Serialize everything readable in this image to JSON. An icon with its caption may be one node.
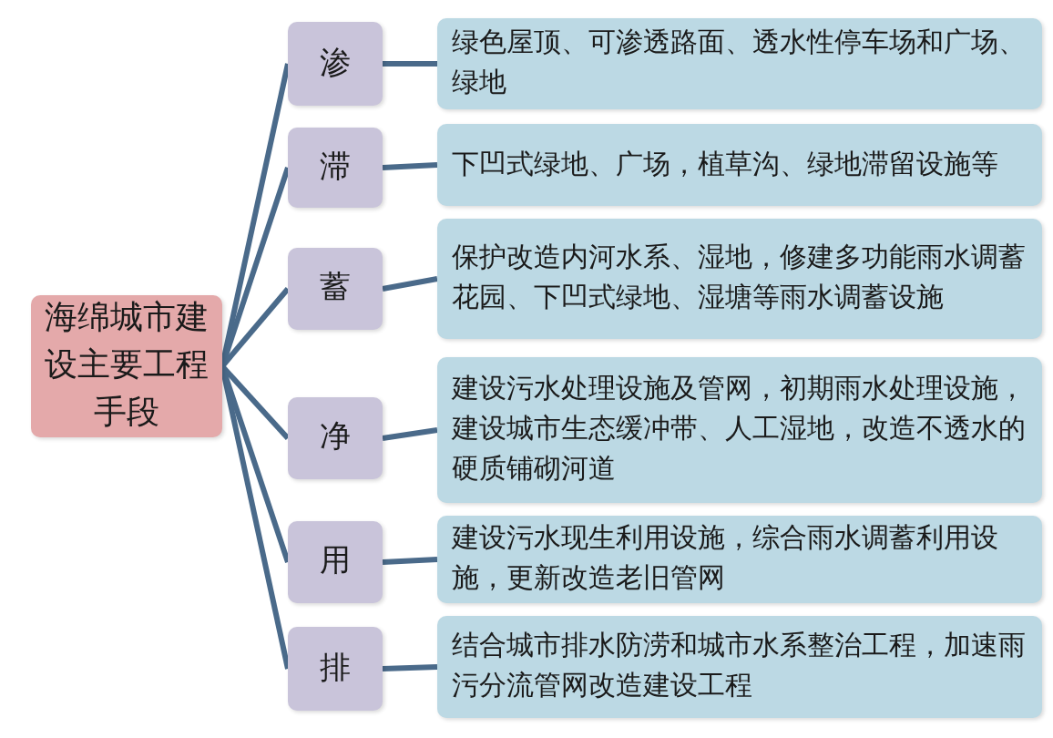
{
  "diagram": {
    "nodes": [
      {
        "text": [
          "海绵城市建设主要工程手段"
        ]
      },
      {
        "text": [
          "渗"
        ]
      },
      {
        "text": [
          "绿色屋顶、可渗透路面、透水性停车场和广场、绿地"
        ]
      },
      {
        "text": [
          "滞"
        ]
      },
      {
        "text": [
          "下凹式绿地、广场，植草沟、绿地滞留设施等"
        ]
      },
      {
        "text": [
          "蓄"
        ]
      },
      {
        "text": [
          "保护改造内河水系、湿地，修建多功能雨水调蓄花园、下凹式绿地、湿塘等雨水调蓄设施"
        ]
      },
      {
        "text": [
          "净"
        ]
      },
      {
        "text": [
          "建设污水处理设施及管网，初期雨水处理设施，建设城市生态缓冲带、人工湿地，改造不透水的硬质铺砌河道"
        ]
      },
      {
        "text": [
          "用"
        ]
      },
      {
        "text": [
          "建设污水现生利用设施，综合雨水调蓄利用设施，更新改造老旧管网"
        ]
      },
      {
        "text": [
          "排"
        ]
      },
      {
        "text": [
          "结合城市排水防涝和城市水系整治工程，加速雨污分流管网改造建设工程"
        ]
      }
    ],
    "edges": [
      {
        "from": 0,
        "to": 1,
        "arrow": "none"
      },
      {
        "from": 0,
        "to": 3,
        "arrow": "none"
      },
      {
        "from": 0,
        "to": 5,
        "arrow": "none"
      },
      {
        "from": 0,
        "to": 7,
        "arrow": "none"
      },
      {
        "from": 0,
        "to": 9,
        "arrow": "none"
      },
      {
        "from": 0,
        "to": 11,
        "arrow": "none"
      },
      {
        "from": 1,
        "to": 2,
        "arrow": "none"
      },
      {
        "from": 3,
        "to": 4,
        "arrow": "none"
      },
      {
        "from": 5,
        "to": 6,
        "arrow": "none"
      },
      {
        "from": 7,
        "to": 8,
        "arrow": "none"
      },
      {
        "from": 9,
        "to": 10,
        "arrow": "none"
      },
      {
        "from": 11,
        "to": 12,
        "arrow": "none"
      }
    ]
  }
}
